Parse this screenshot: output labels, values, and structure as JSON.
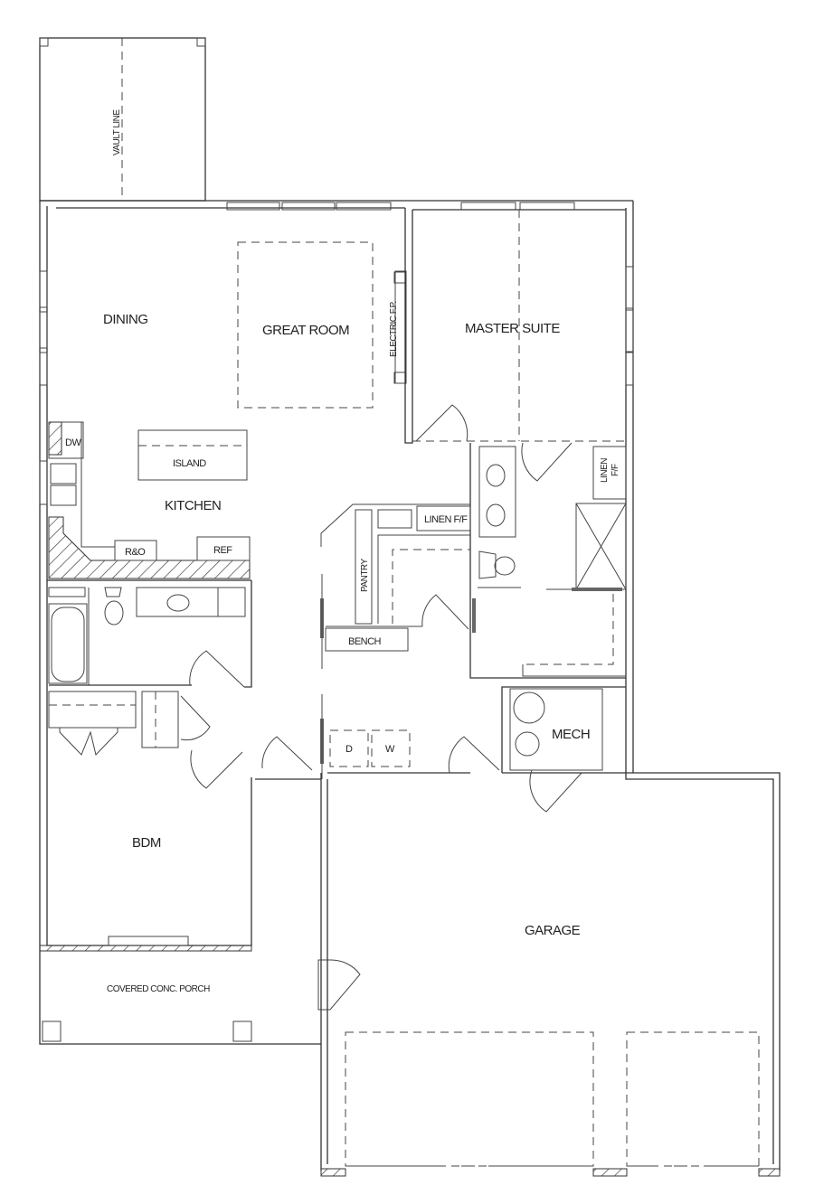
{
  "plan": {
    "rooms": {
      "dining": "DINING",
      "great_room": "GREAT ROOM",
      "master_suite": "MASTER SUITE",
      "kitchen": "KITCHEN",
      "island": "ISLAND",
      "bdm": "BDM",
      "garage": "GARAGE",
      "mech": "MECH",
      "pantry": "PANTRY",
      "porch": "COVERED CONC. PORCH"
    },
    "fixtures": {
      "vault_line": "VAULT LINE",
      "electric_fp": "ELECTRIC F.P.",
      "dw": "DW",
      "range_oven": "R&O",
      "ref": "REF",
      "linen_hall": "LINEN F/F",
      "linen_master_1": "LINEN",
      "linen_master_2": "F/F",
      "bench": "BENCH",
      "dryer": "D",
      "washer": "W"
    },
    "colors": {
      "line": "#333333",
      "background": "#ffffff"
    }
  }
}
